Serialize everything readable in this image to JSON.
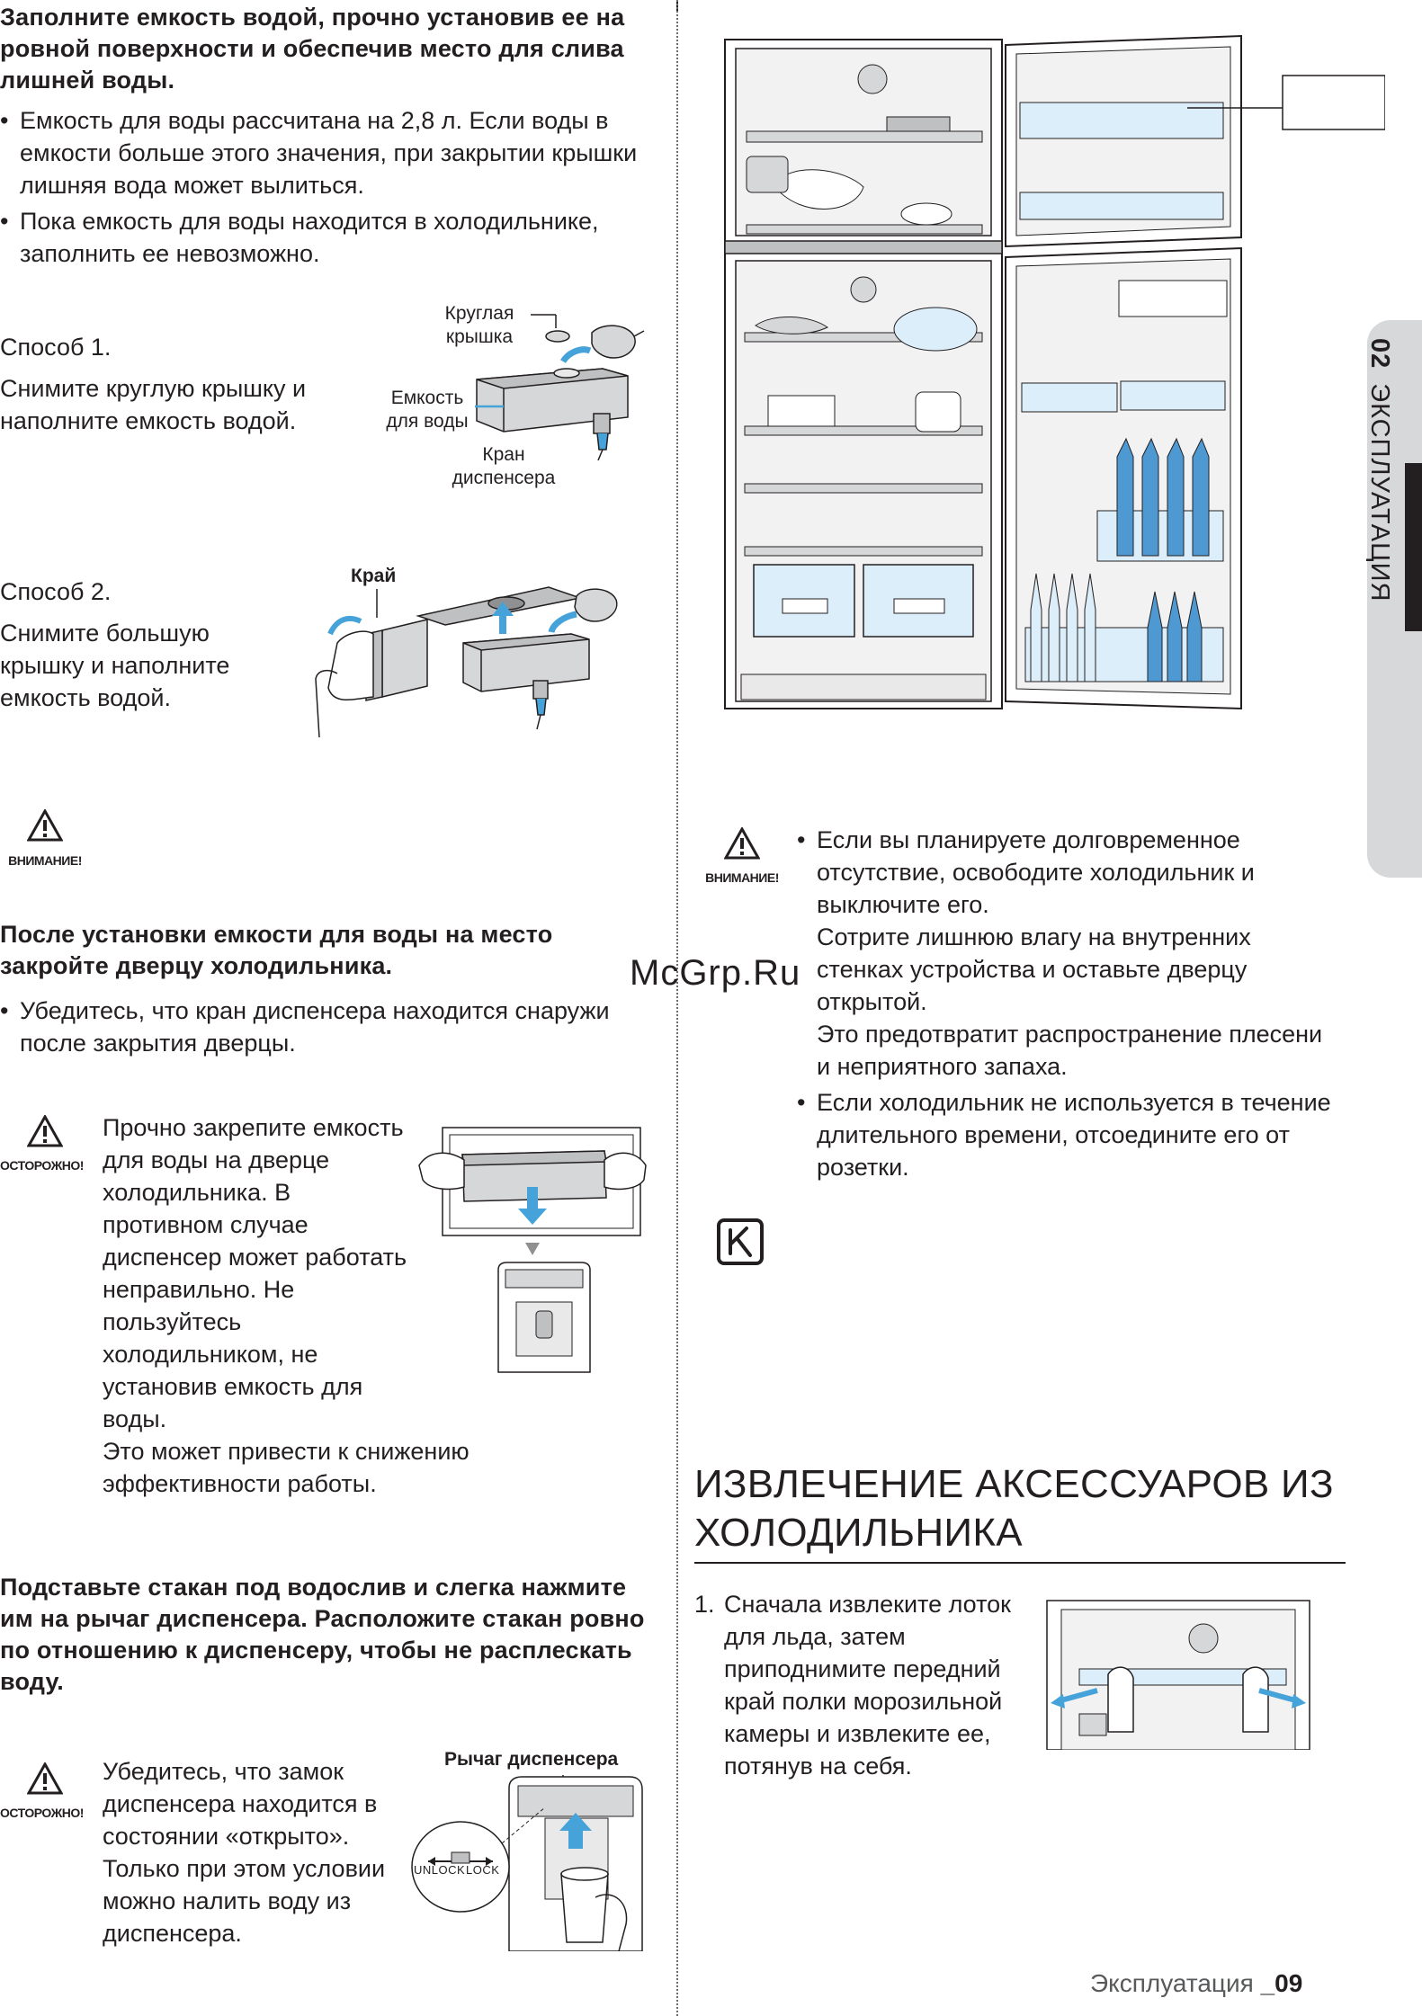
{
  "left": {
    "fill_heading": "Заполните емкость водой, прочно установив ее на ровной поверхности и обеспечив место для слива лишней воды.",
    "fill_bullets": [
      "Емкость для воды рассчитана на 2,8 л. Если воды в емкости больше этого значения, при закрытии крышки лишняя вода может вылиться.",
      "Пока емкость для воды находится в холодильнике, заполнить ее невозможно."
    ],
    "method1_title": "Способ 1.",
    "method1_text": "Снимите круглую крышку и наполните емкость водой.",
    "method1_labels": {
      "round_cap": "Круглая\nкрышка",
      "tank": "Емкость\nдля воды",
      "tap": "Кран\nдиспенсера"
    },
    "method2_title": "Способ 2.",
    "method2_text": "Снимите большую крышку и наполните емкость водой.",
    "method2_label_edge": "Край",
    "warning_label": "ВНИМАНИЕ!",
    "close_heading": "После установки емкости для воды на место закройте дверцу холодильника.",
    "close_bullet": "Убедитесь, что кран диспенсера находится снаружи после закрытия дверцы.",
    "caution_label": "ОСТОРОЖНО!",
    "caution1_text": "Прочно закрепите емкость для воды на дверце холодильника. В противном случае диспенсер может работать неправильно. Не пользуйтесь холодильником, не установив емкость для воды.",
    "caution1_extra": "Это может привести к снижению эффективности работы.",
    "glass_heading": "Подставьте стакан под водослив и слегка нажмите им на рычаг диспенсера. Расположите стакан ровно по отношению к диспенсеру, чтобы не расплескать воду.",
    "caution2_text": "Убедитесь, что замок диспенсера находится в состоянии «открыто». Только при этом условии можно налить воду из диспенсера.",
    "lever_label": "Рычаг диспенсера",
    "unlock": "UNLOCK",
    "lock": "LOCK"
  },
  "right": {
    "warning_label": "ВНИМАНИЕ!",
    "warning_bullets": [
      "Если вы планируете долговременное отсутствие, освободите холодильник и выключите его.\nСотрите лишнюю влагу на внутренних стенках устройства и оставьте дверцу открытой.\nЭто предотвратит распространение плесени и неприятного запаха.",
      "Если холодильник не используется в течение длительного времени, отсоедините его от розетки."
    ],
    "section_title": "ИЗВЛЕЧЕНИЕ АКСЕССУАРОВ ИЗ ХОЛОДИЛЬНИКА",
    "step1_num": "1.",
    "step1_text": "Сначала извлеките лоток для льда, затем приподнимите передний край полки морозильной камеры и извлеките ее, потянув на себя."
  },
  "side_tab": {
    "number": "02",
    "label": "ЭКСПЛУАТАЦИЯ"
  },
  "watermark": "McGrp.Ru",
  "footer": {
    "section": "Эксплуатация",
    "page": "_09"
  }
}
